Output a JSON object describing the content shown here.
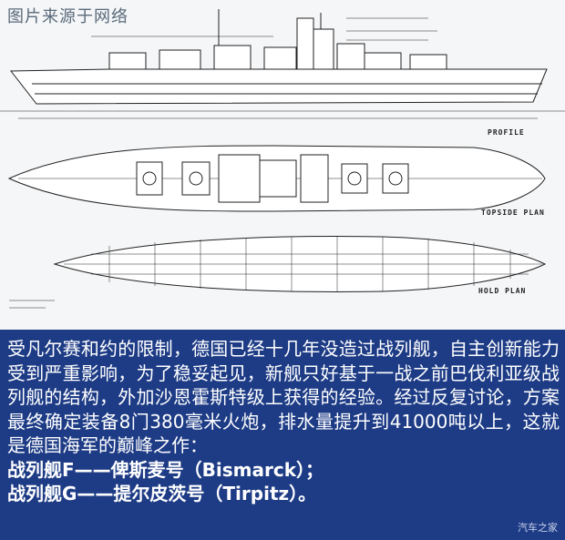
{
  "image_source": "图片来源于网络",
  "drawing_labels": {
    "profile": "PROFILE",
    "topside_plan": "TOPSIDE PLAN",
    "hold_plan": "HOLD PLAN"
  },
  "caption": {
    "paragraph": "受凡尔赛和约的限制，德国已经十几年没造过战列舰，自主创新能力受到严重影响，为了稳妥起见，新舰只好基于一战之前巴伐利亚级战列舰的结构，外加沙恩霍斯特级上获得的经验。经过反复讨论，方案最终确定装备8门380毫米火炮，排水量提升到41000吨以上，这就是德国海军的巅峰之作：",
    "ship_f": "战列舰F——俾斯麦号（Bismarck）；",
    "ship_g": "战列舰G——提尔皮茨号（Tirpitz）。"
  },
  "watermark": "汽车之家"
}
